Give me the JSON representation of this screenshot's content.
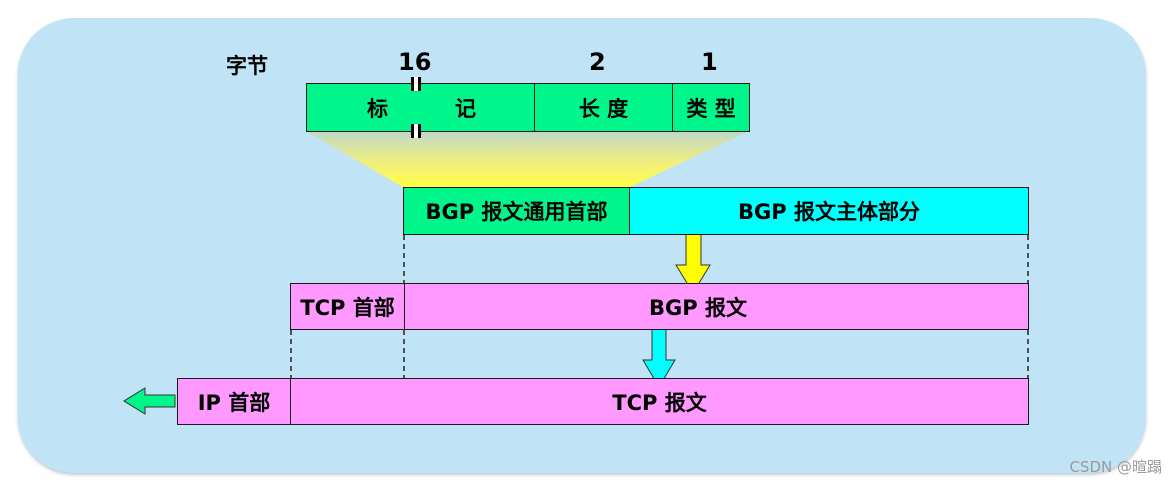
{
  "header": {
    "bytes_label": "字节",
    "bytes_marker_16": "16",
    "bytes_marker_2": "2",
    "bytes_marker_1": "1"
  },
  "bgp_header_fields": {
    "marker_left": "标",
    "marker_right": "记",
    "length": "长 度",
    "type": "类 型"
  },
  "bgp_message": {
    "common_header": "BGP 报文通用首部",
    "body": "BGP 报文主体部分"
  },
  "tcp_segment": {
    "header": "TCP 首部",
    "payload": "BGP 报文"
  },
  "ip_packet": {
    "header": "IP 首部",
    "payload": "TCP 报文"
  },
  "watermark": "CSDN @暄蹋",
  "colors": {
    "panel": "#c1e3f6",
    "green": "#00f58b",
    "cyan": "#00ffff",
    "pink": "#ff99ff",
    "yellow": "#ffff00"
  }
}
